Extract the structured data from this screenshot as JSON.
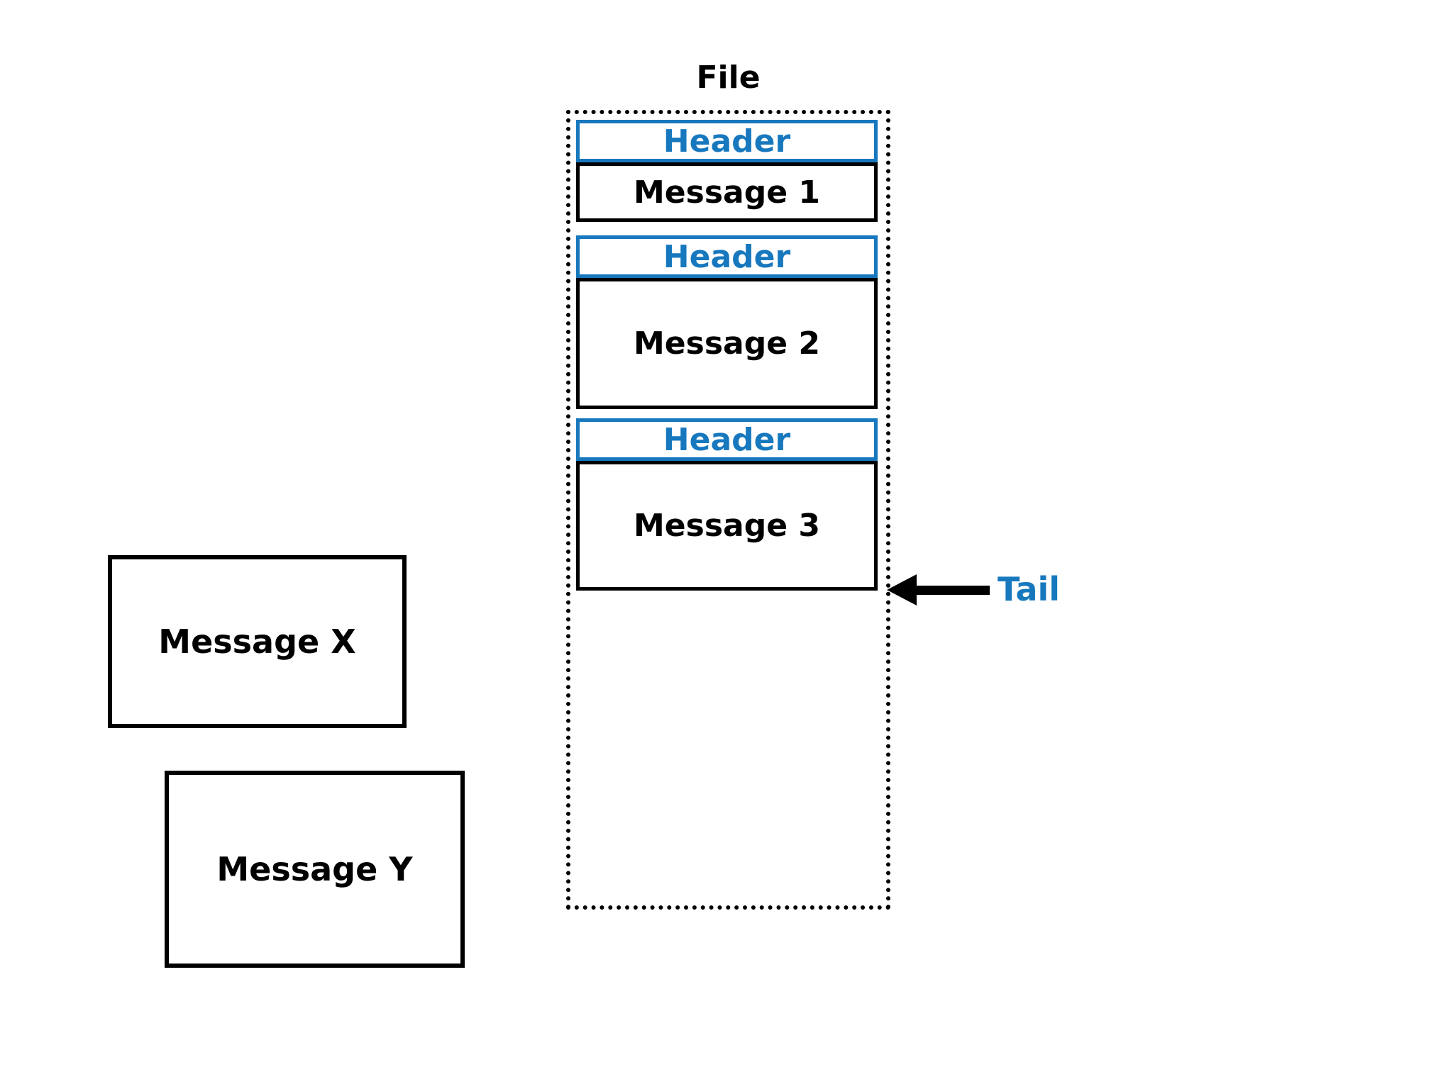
{
  "file": {
    "label": "File",
    "records": [
      {
        "header": "Header",
        "message": "Message 1"
      },
      {
        "header": "Header",
        "message": "Message 2"
      },
      {
        "header": "Header",
        "message": "Message 3"
      }
    ],
    "tail": {
      "label": "Tail"
    }
  },
  "external_messages": [
    {
      "label": "Message X"
    },
    {
      "label": "Message Y"
    }
  ],
  "colors": {
    "accent": "#1778BE",
    "line": "#000000",
    "background": "#FFFFFF"
  }
}
